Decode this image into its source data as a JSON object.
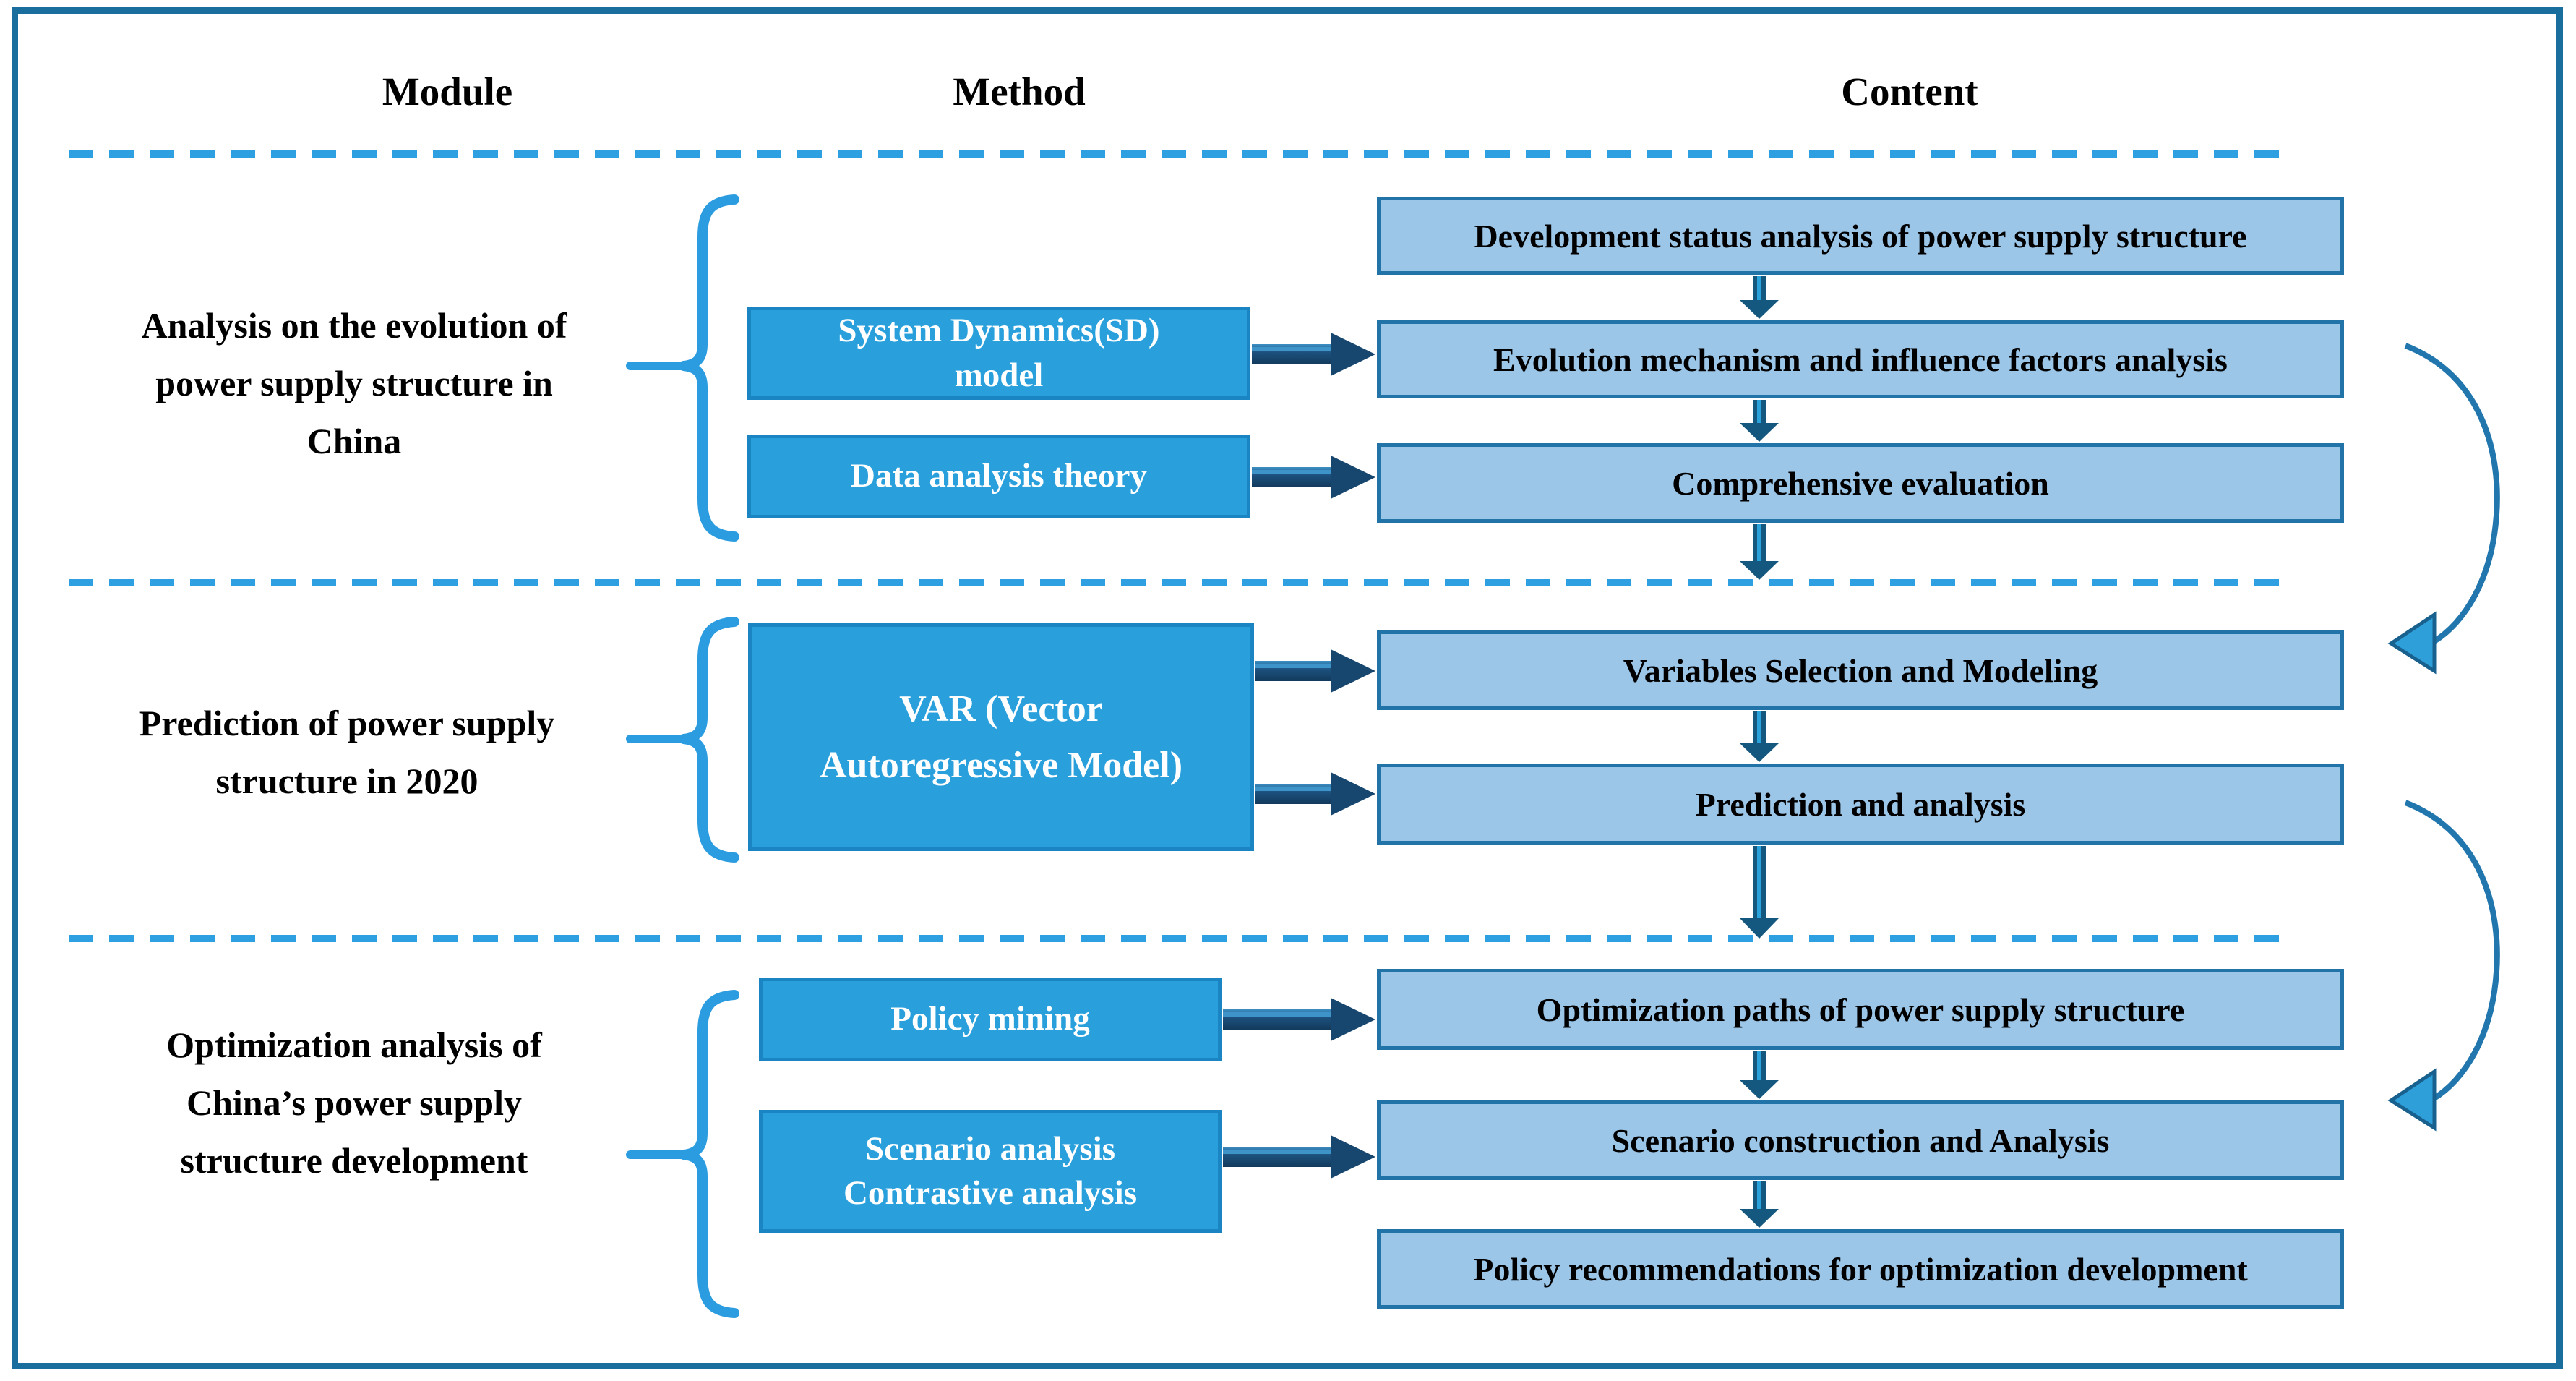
{
  "figure": {
    "type": "research-framework-flowchart",
    "columns": {
      "module": "Module",
      "method": "Method",
      "content": "Content"
    }
  },
  "modules": [
    {
      "label": "Analysis on the evolution of\npower supply structure in\nChina",
      "methods": [
        "System Dynamics(SD)\nmodel",
        "Data analysis theory"
      ],
      "contents": [
        "Development status analysis of power supply structure",
        "Evolution mechanism and influence  factors analysis",
        "Comprehensive evaluation"
      ]
    },
    {
      "label": "Prediction of power supply\nstructure in 2020",
      "methods": [
        "VAR (Vector\nAutoregressive Model)"
      ],
      "contents": [
        "Variables Selection  and Modeling",
        "Prediction  and analysis"
      ]
    },
    {
      "label": "Optimization analysis of\nChina’s power supply\nstructure development",
      "methods": [
        "Policy mining",
        "Scenario analysis\nContrastive analysis"
      ],
      "contents": [
        "Optimization paths of power supply  structure",
        "Scenario construction  and Analysis",
        "Policy recommendations for optimization  development"
      ]
    }
  ],
  "colors": {
    "frame_border": "#1A6E9E",
    "dashed_separator": "#2E9FE0",
    "brace_accent": "#2B9CDF",
    "method_box_fill": "#29A0DC",
    "method_box_border": "#1B85C4",
    "method_box_text": "#FFFFFF",
    "content_box_fill": "#9CC6E8",
    "content_box_border": "#2173A8",
    "horizontal_arrow": "#1B4C77",
    "vertical_arrow": "#14587F",
    "vertical_arrow_stripe": "#2AA3DC",
    "curved_arrow_stroke": "#2176AE",
    "curved_arrow_head": "#2E9FD9",
    "text": "#000000"
  }
}
